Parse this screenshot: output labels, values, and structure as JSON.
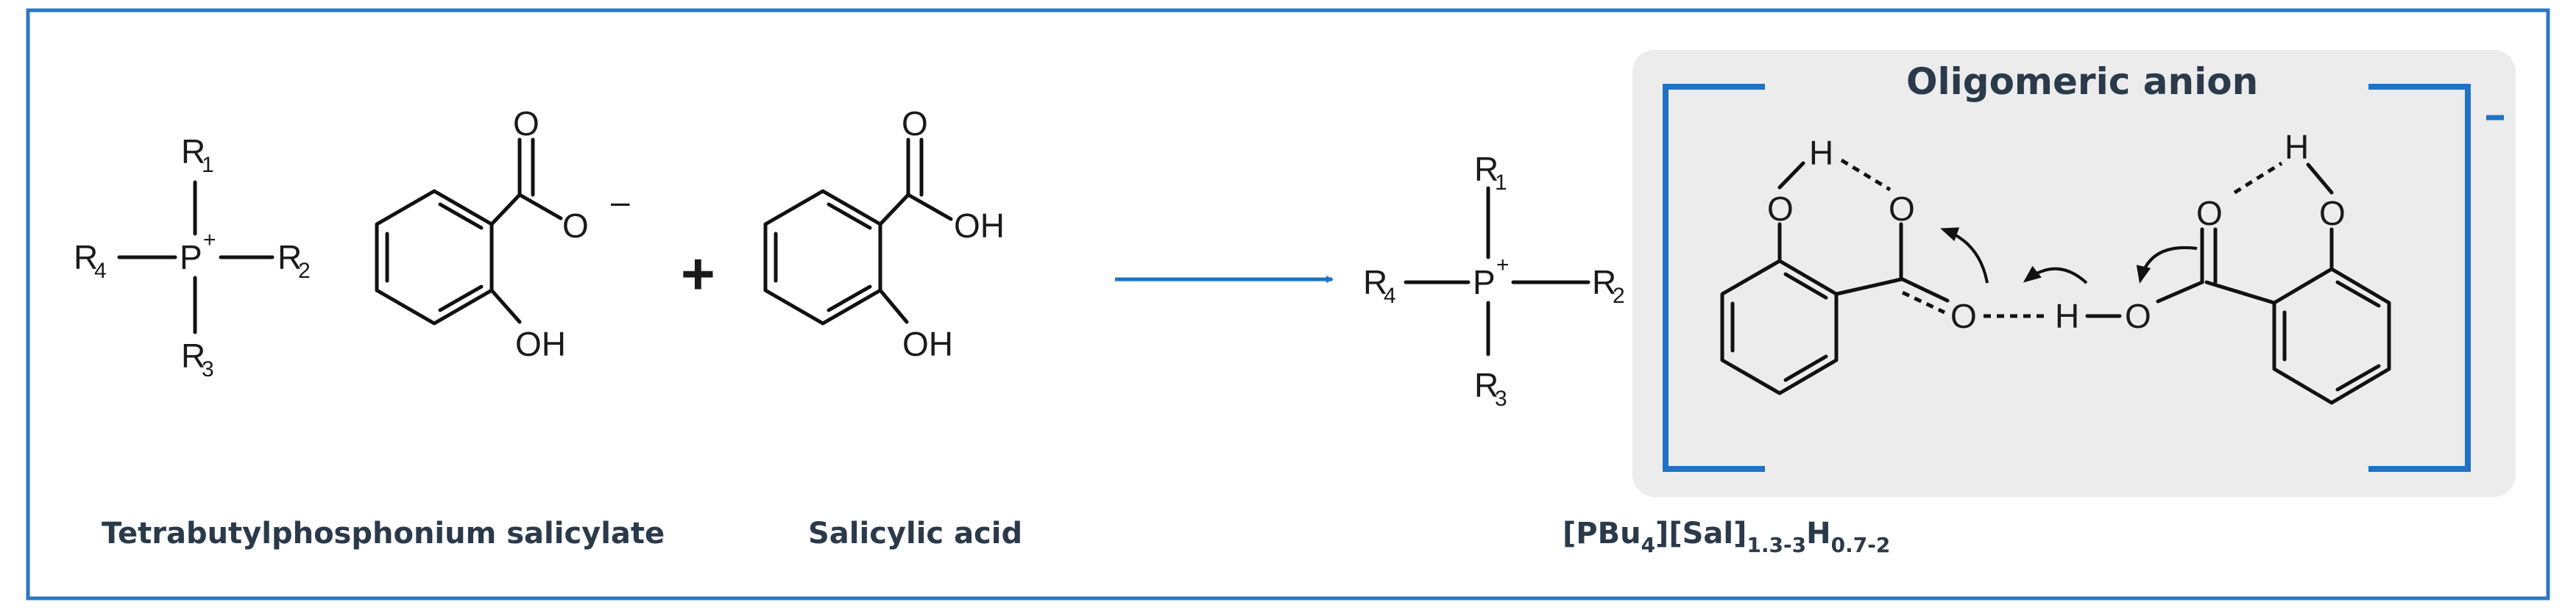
{
  "colors": {
    "frame": "#2b78c2",
    "arrow": "#1f72c4",
    "bracket": "#1f72c4",
    "panel": "#ececec",
    "label_text": "#2b3a4a"
  },
  "icons": {
    "plus": "plus-icon",
    "reaction_arrow": "arrow-right-icon"
  },
  "reactant1": {
    "cation": {
      "center": "P",
      "charge": "+",
      "r_top": "R",
      "r_top_sub": "1",
      "r_right": "R",
      "r_right_sub": "2",
      "r_bottom": "R",
      "r_bottom_sub": "3",
      "r_left": "R",
      "r_left_sub": "4"
    },
    "anion": {
      "carbonyl_o": "O",
      "carboxylate_o": "O",
      "charge": "–",
      "hydroxyl": "OH"
    },
    "name": "Tetrabutylphosphonium salicylate"
  },
  "operator": "+",
  "reactant2": {
    "carbonyl_o": "O",
    "acid_oh": "OH",
    "hydroxyl": "OH",
    "name": "Salicylic acid"
  },
  "product": {
    "cation": {
      "center": "P",
      "charge": "+",
      "r_top": "R",
      "r_top_sub": "1",
      "r_right": "R",
      "r_right_sub": "2",
      "r_bottom": "R",
      "r_bottom_sub": "3",
      "r_left": "R",
      "r_left_sub": "4"
    },
    "anion_box": {
      "title": "Oligomeric anion",
      "charge": "–",
      "atoms": {
        "h_top_left": "H",
        "o_phenol_left": "O",
        "o_carbonyl_left": "O",
        "o_carboxyl_left": "O",
        "h_bridge": "H",
        "o_carboxyl_right": "O",
        "o_carbonyl_right": "O",
        "h_top_right": "H",
        "o_phenol_right": "O"
      }
    },
    "formula": {
      "p1": "[PBu",
      "s1": "4",
      "p2": "][Sal]",
      "s2": "1.3-3",
      "p3": "H",
      "s3": "0.7-2"
    }
  }
}
